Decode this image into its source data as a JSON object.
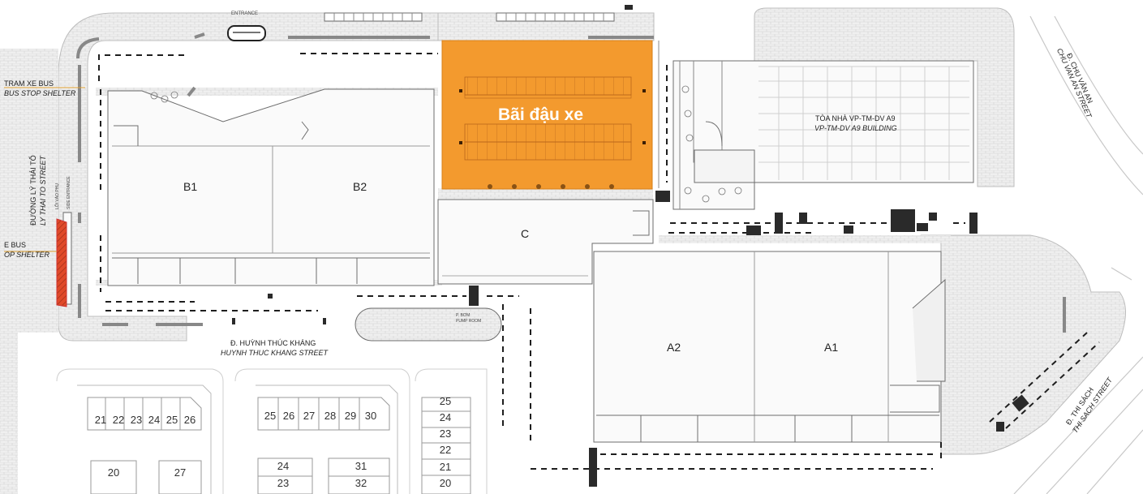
{
  "parking": {
    "label": "Bãi đậu xe",
    "color": "#f39a2e"
  },
  "halls": {
    "b1": "B1",
    "b2": "B2",
    "c": "C",
    "a1": "A1",
    "a2": "A2"
  },
  "entrance": "ENTRANCE",
  "bus_stop_top": {
    "vi": "TRAM XE BUS",
    "en": "BUS STOP SHELTER"
  },
  "bus_stop_left": {
    "vi": "E BUS",
    "en": "OP SHELTER"
  },
  "side_entrance": {
    "vi": "LỐI VÀO PHỤ",
    "en": "SIDE ENTRANCE"
  },
  "ly_thai_to": {
    "vi": "ĐƯỜNG LÝ THÁI TỔ",
    "en": "LY THAI TO STREET"
  },
  "huynh_thuc_khang": {
    "vi": "Đ. HUỲNH THÚC KHÁNG",
    "en": "HUYNH THUC KHANG STREET"
  },
  "a9_building": {
    "vi": "TÒA NHÀ VP-TM-DV A9",
    "en": "VP-TM-DV A9 BUILDING"
  },
  "chu_van_an": {
    "vi": "Đ. CHU VĂN AN",
    "en": "CHU VAN AN STREET"
  },
  "thi_sach": {
    "vi": "Đ. THI SÁCH",
    "en": "THI SACH STREET"
  },
  "pump_room": {
    "vi": "P. BƠM",
    "en": "PUMP ROOM"
  },
  "lots": {
    "group1": [
      "21",
      "22",
      "23",
      "24",
      "25",
      "26"
    ],
    "group2": [
      "25",
      "26",
      "27",
      "28",
      "29",
      "30"
    ],
    "column": [
      "25",
      "24",
      "23",
      "22",
      "21",
      "20"
    ],
    "single_20": "20",
    "single_27": "27",
    "pair_a": [
      "24",
      "23"
    ],
    "pair_b": [
      "31",
      "32"
    ]
  },
  "colors": {
    "paving": "#ececec",
    "outline": "#6d6d6d",
    "walkway": "#2a2a2a",
    "bus_red": "#e04a2a"
  }
}
